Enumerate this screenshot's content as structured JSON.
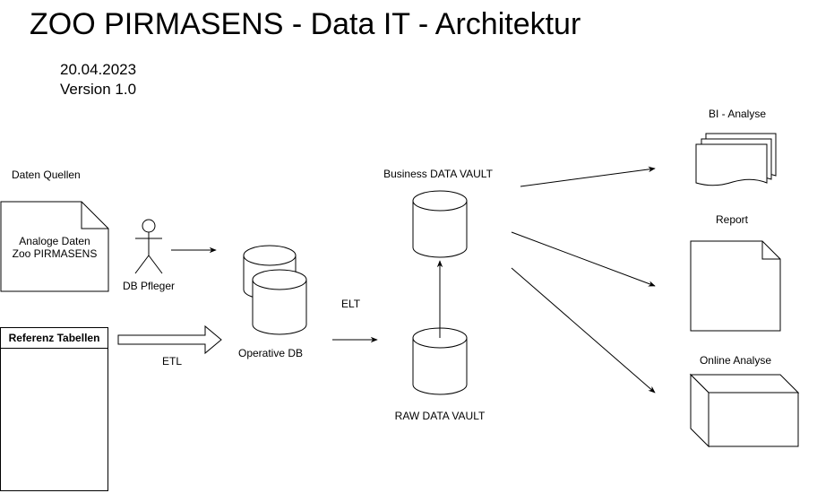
{
  "header": {
    "title": "ZOO PIRMASENS - Data IT - Architektur",
    "date": "20.04.2023",
    "version": "Version 1.0"
  },
  "sources": {
    "heading": "Daten Quellen",
    "analog_doc_line1": "Analoge Daten",
    "analog_doc_line2": "Zoo PIRMASENS",
    "actor": "DB Pfleger",
    "reference_tables": "Referenz Tabellen"
  },
  "flow": {
    "etl": "ETL",
    "operative_db": "Operative DB",
    "elt": "ELT",
    "raw_vault": "RAW DATA VAULT",
    "business_vault": "Business DATA VAULT"
  },
  "outputs": {
    "bi": "BI - Analyse",
    "report": "Report",
    "online": "Online Analyse"
  }
}
